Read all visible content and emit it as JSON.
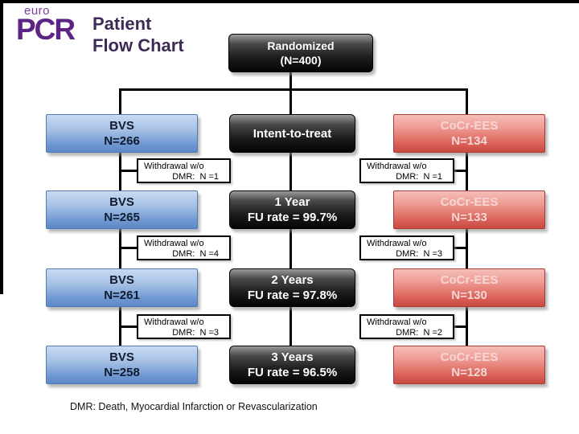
{
  "slide": {
    "logo": {
      "euro": "euro",
      "pcr": "PCR"
    },
    "title": {
      "line1": "Patient",
      "line2": "Flow Chart"
    },
    "footnote": "DMR: Death, Myocardial Infarction or Revascularization"
  },
  "flowchart": {
    "root": {
      "line1": "Randomized",
      "line2": "(N=400)"
    },
    "rows": [
      {
        "left": {
          "line1": "BVS",
          "line2": "N=266"
        },
        "center": {
          "line1": "Intent-to-treat"
        },
        "right": {
          "line1": "CoCr-EES",
          "line2": "N=134"
        }
      },
      {
        "left": {
          "line1": "BVS",
          "line2": "N=265"
        },
        "center": {
          "line1": "1 Year",
          "line2": "FU rate = 99.7%"
        },
        "right": {
          "line1": "CoCr-EES",
          "line2": "N=133"
        }
      },
      {
        "left": {
          "line1": "BVS",
          "line2": "N=261"
        },
        "center": {
          "line1": "2 Years",
          "line2": "FU rate = 97.8%"
        },
        "right": {
          "line1": "CoCr-EES",
          "line2": "N=130"
        }
      },
      {
        "left": {
          "line1": "BVS",
          "line2": "N=258"
        },
        "center": {
          "line1": "3 Years",
          "line2": "FU rate = 96.5%"
        },
        "right": {
          "line1": "CoCr-EES",
          "line2": "N=128"
        }
      }
    ],
    "withdrawals": [
      {
        "left": {
          "line1": "Withdrawal w/o",
          "line2": "DMR:  N =1"
        },
        "right": {
          "line1": "Withdrawal w/o",
          "line2": "DMR:  N =1"
        }
      },
      {
        "left": {
          "line1": "Withdrawal w/o",
          "line2": "DMR:  N =4"
        },
        "right": {
          "line1": "Withdrawal w/o",
          "line2": "DMR:  N =3"
        }
      },
      {
        "left": {
          "line1": "Withdrawal w/o",
          "line2": "DMR:  N =3"
        },
        "right": {
          "line1": "Withdrawal w/o",
          "line2": "DMR:  N =2"
        }
      }
    ]
  },
  "colors": {
    "bvs_gradient_top": "#c9daf0",
    "bvs_gradient_bottom": "#5c88c5",
    "ees_gradient_top": "#f6beb9",
    "ees_gradient_bottom": "#c94b42",
    "dark_box_top": "#9a9a9a",
    "dark_box_bottom": "#050505",
    "logo_purple": "#5c2483",
    "title_purple": "#3d2a55"
  }
}
